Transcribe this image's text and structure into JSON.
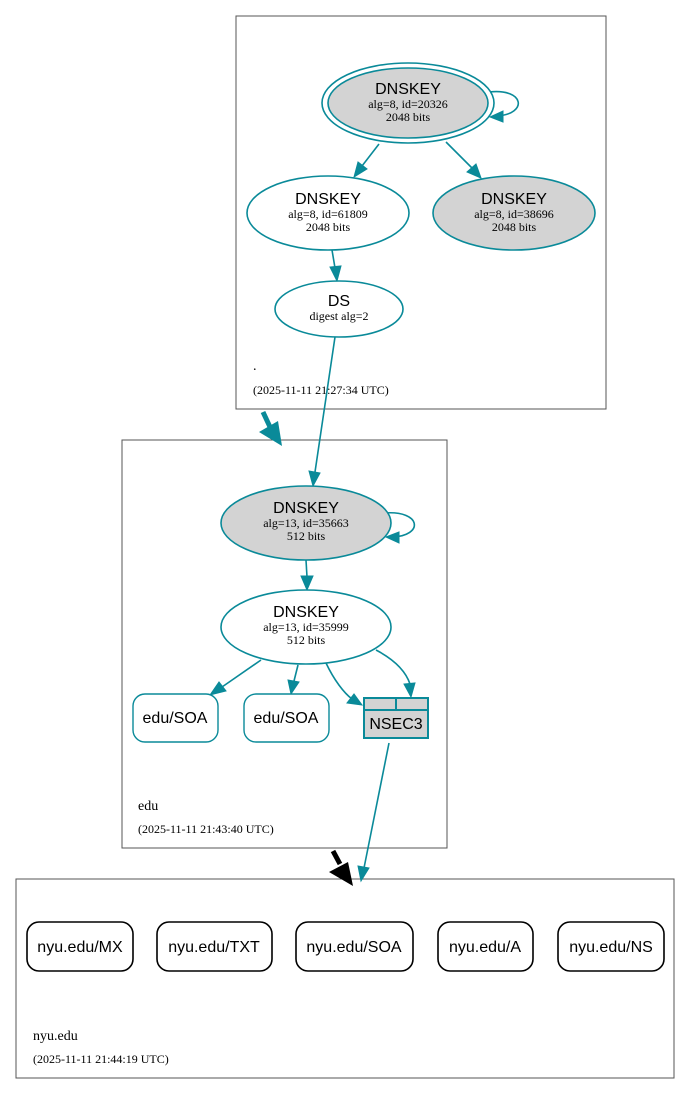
{
  "zones": {
    "root": {
      "name": ".",
      "timestamp": "(2025-11-11 21:27:34 UTC)"
    },
    "edu": {
      "name": "edu",
      "timestamp": "(2025-11-11 21:43:40 UTC)"
    },
    "nyu": {
      "name": "nyu.edu",
      "timestamp": "(2025-11-11 21:44:19 UTC)"
    }
  },
  "nodes": {
    "root_ksk": {
      "type": "DNSKEY",
      "line1": "alg=8, id=20326",
      "line2": "2048 bits"
    },
    "root_zsk1": {
      "type": "DNSKEY",
      "line1": "alg=8, id=61809",
      "line2": "2048 bits"
    },
    "root_zsk2": {
      "type": "DNSKEY",
      "line1": "alg=8, id=38696",
      "line2": "2048 bits"
    },
    "ds": {
      "type": "DS",
      "line1": "digest alg=2"
    },
    "edu_ksk": {
      "type": "DNSKEY",
      "line1": "alg=13, id=35663",
      "line2": "512 bits"
    },
    "edu_zsk": {
      "type": "DNSKEY",
      "line1": "alg=13, id=35999",
      "line2": "512 bits"
    },
    "edu_soa1": {
      "label": "edu/SOA"
    },
    "edu_soa2": {
      "label": "edu/SOA"
    },
    "nsec3": {
      "label": "NSEC3"
    },
    "nyu_mx": {
      "label": "nyu.edu/MX"
    },
    "nyu_txt": {
      "label": "nyu.edu/TXT"
    },
    "nyu_soa": {
      "label": "nyu.edu/SOA"
    },
    "nyu_a": {
      "label": "nyu.edu/A"
    },
    "nyu_ns": {
      "label": "nyu.edu/NS"
    }
  },
  "colors": {
    "edge": "#0a8a99",
    "gray_fill": "#d3d3d3",
    "delegation_insecure": "#000000"
  }
}
